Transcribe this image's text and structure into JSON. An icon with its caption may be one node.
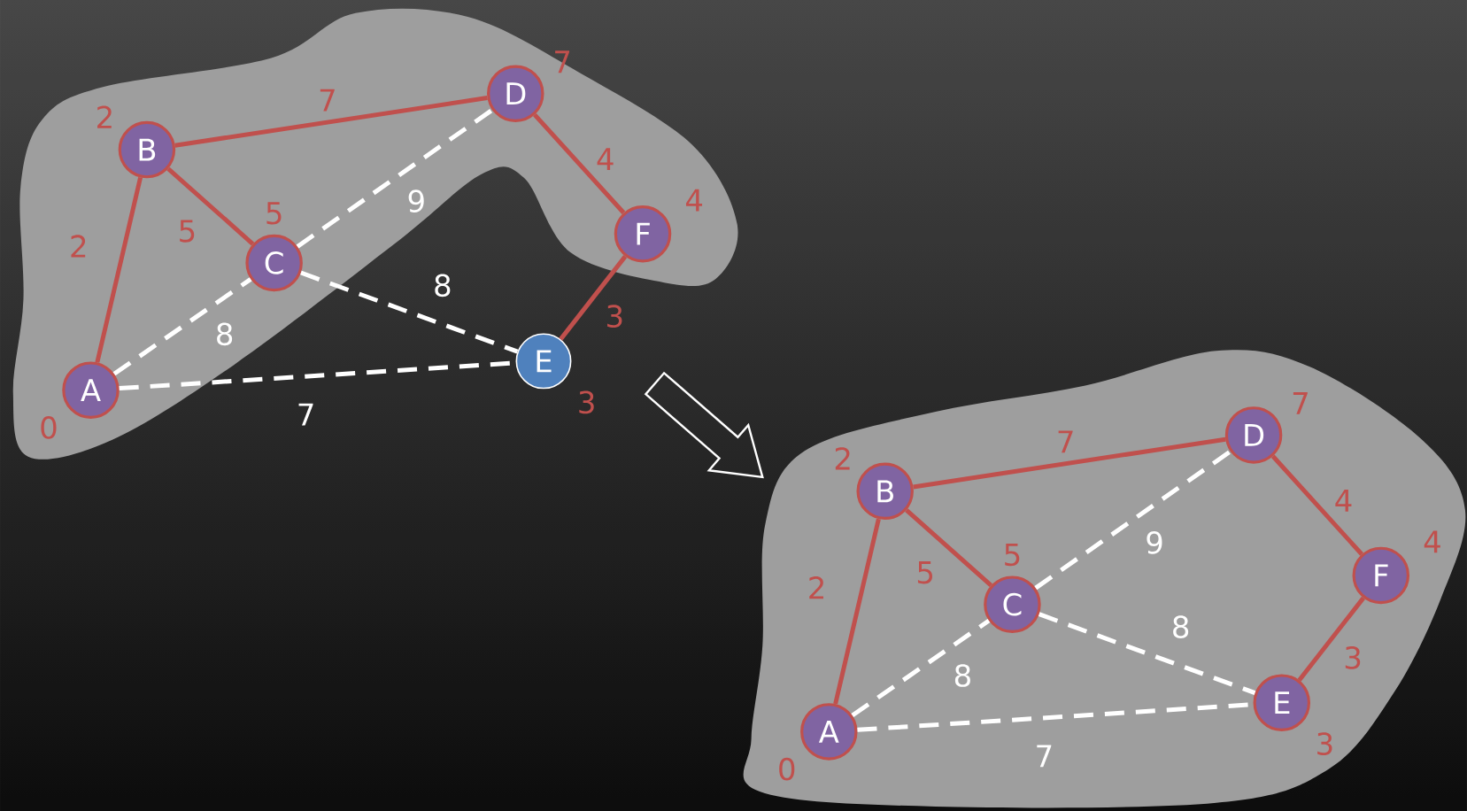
{
  "diagram": {
    "nodes": [
      {
        "text": [],
        "shape": "cloud"
      },
      {
        "text": [
          "A"
        ],
        "in": 0,
        "beside": [
          "0"
        ]
      },
      {
        "text": [
          "B"
        ],
        "in": 0,
        "beside": [
          "2"
        ]
      },
      {
        "text": [
          "C"
        ],
        "in": 0,
        "beside": [
          "5"
        ]
      },
      {
        "text": [
          "D"
        ],
        "in": 0,
        "beside": [
          "7"
        ]
      },
      {
        "text": [
          "E"
        ],
        "beside": [
          "3"
        ]
      },
      {
        "text": [
          "F"
        ],
        "in": 0,
        "beside": [
          "4"
        ]
      },
      {
        "text": [],
        "shape": "cloud"
      },
      {
        "text": [
          "A"
        ],
        "in": 7,
        "beside": [
          "0"
        ]
      },
      {
        "text": [
          "B"
        ],
        "in": 7,
        "beside": [
          "2"
        ]
      },
      {
        "text": [
          "C"
        ],
        "in": 7,
        "beside": [
          "5"
        ]
      },
      {
        "text": [
          "D"
        ],
        "in": 7,
        "beside": [
          "7"
        ]
      },
      {
        "text": [
          "E"
        ],
        "in": 7,
        "beside": [
          "3"
        ]
      },
      {
        "text": [
          "F"
        ],
        "in": 7,
        "beside": [
          "4"
        ]
      }
    ],
    "edges": [
      {
        "from": 0,
        "to": 7,
        "arrow": "to",
        "color": "#ffffff"
      },
      {
        "from": 1,
        "to": 2,
        "arrow": "none",
        "label": "2"
      },
      {
        "from": 2,
        "to": 4,
        "arrow": "none",
        "label": "7"
      },
      {
        "from": 2,
        "to": 3,
        "arrow": "none",
        "label": "5"
      },
      {
        "from": 4,
        "to": 6,
        "arrow": "none",
        "label": "4"
      },
      {
        "from": 6,
        "to": 5,
        "arrow": "none",
        "label": "3"
      },
      {
        "from": 1,
        "to": 3,
        "arrow": "none",
        "label": "8",
        "style": "dashed",
        "color": "#ffffff"
      },
      {
        "from": 3,
        "to": 4,
        "arrow": "none",
        "label": "9",
        "style": "dashed",
        "color": "#ffffff"
      },
      {
        "from": 3,
        "to": 5,
        "arrow": "none",
        "label": "8",
        "style": "dashed",
        "color": "#ffffff"
      },
      {
        "from": 1,
        "to": 5,
        "arrow": "none",
        "label": "7",
        "style": "dashed",
        "color": "#ffffff"
      },
      {
        "from": 8,
        "to": 9,
        "arrow": "none",
        "label": "2"
      },
      {
        "from": 9,
        "to": 11,
        "arrow": "none",
        "label": "7"
      },
      {
        "from": 9,
        "to": 10,
        "arrow": "none",
        "label": "5"
      },
      {
        "from": 11,
        "to": 13,
        "arrow": "none",
        "label": "4"
      },
      {
        "from": 13,
        "to": 12,
        "arrow": "none",
        "label": "3"
      },
      {
        "from": 8,
        "to": 10,
        "arrow": "none",
        "label": "8",
        "style": "dashed",
        "color": "#ffffff"
      },
      {
        "from": 10,
        "to": 11,
        "arrow": "none",
        "label": "9",
        "style": "dashed",
        "color": "#ffffff"
      },
      {
        "from": 10,
        "to": 12,
        "arrow": "none",
        "label": "8",
        "style": "dashed",
        "color": "#ffffff"
      },
      {
        "from": 8,
        "to": 12,
        "arrow": "none",
        "label": "7",
        "style": "dashed",
        "color": "#ffffff"
      }
    ]
  }
}
